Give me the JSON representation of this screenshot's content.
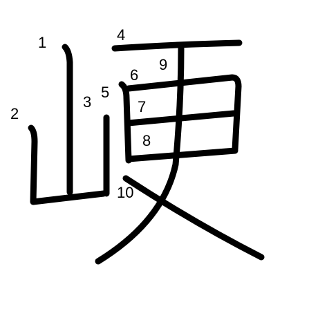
{
  "character": {
    "stroke_numbers": [
      "1",
      "2",
      "3",
      "4",
      "5",
      "6",
      "7",
      "8",
      "9",
      "10"
    ]
  },
  "colors": {
    "background": "#ffffff",
    "stroke": "#000000",
    "label": "#000000"
  }
}
